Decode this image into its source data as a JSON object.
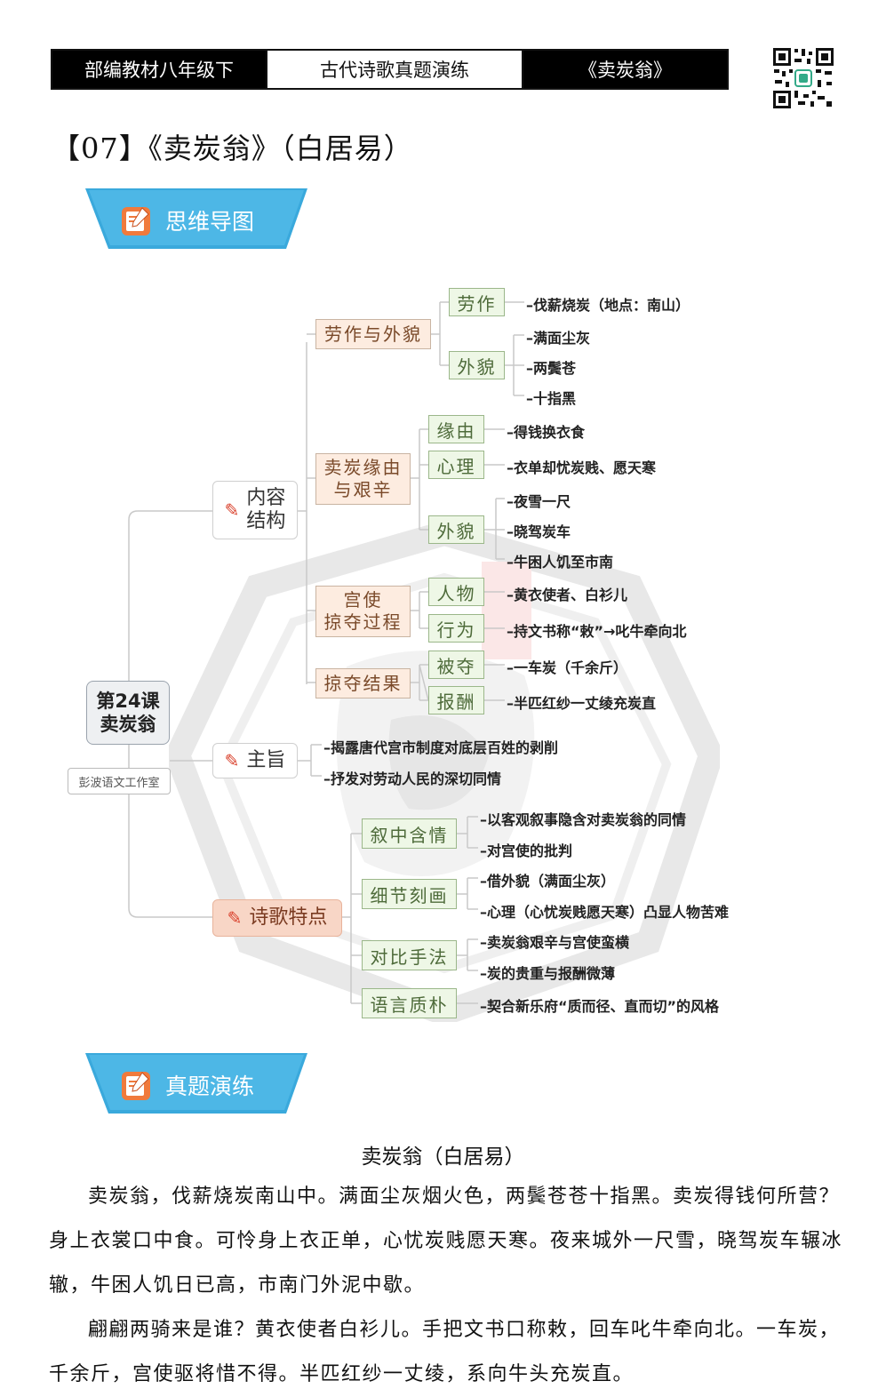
{
  "header": {
    "left": "部编教材八年级下",
    "center": "古代诗歌真题演练",
    "right": "《卖炭翁》"
  },
  "page_title": "【07】《卖炭翁》（白居易）",
  "banner_mindmap": "思维导图",
  "banner_exercise": "真题演练",
  "mindmap": {
    "root": {
      "line1": "第24课",
      "line2": "卖炭翁"
    },
    "studio": "彭波语文工作室",
    "l1": {
      "content": {
        "line1": "内容",
        "line2": "结构"
      },
      "theme": "主旨",
      "features": "诗歌特点"
    },
    "l2": {
      "labor": "劳作与外貌",
      "reason": {
        "line1": "卖炭缘由",
        "line2": "与艰辛"
      },
      "seize": {
        "line1": "宫使",
        "line2": "掠夺过程"
      },
      "result": "掠夺结果",
      "f1": "叙中含情",
      "f2": "细节刻画",
      "f3": "对比手法",
      "f4": "语言质朴"
    },
    "l3": {
      "laozuo": "劳作",
      "waimao1": "外貌",
      "yuanyou": "缘由",
      "xinli": "心理",
      "waimao2": "外貌",
      "renwu": "人物",
      "xingwei": "行为",
      "beiduo": "被夺",
      "baochou": "报酬"
    },
    "leaves": {
      "laozuo": "–伐薪烧炭（地点：南山）",
      "waimao1": [
        "–满面尘灰",
        "–两鬓苍",
        "–十指黑"
      ],
      "yuanyou": "–得钱换衣食",
      "xinli": "–衣单却忧炭贱、愿天寒",
      "waimao2": [
        "–夜雪一尺",
        "–晓驾炭车",
        "–牛困人饥至市南"
      ],
      "renwu": "–黄衣使者、白衫儿",
      "xingwei": "–持文书称“敕”→叱牛牵向北",
      "beiduo": "–一车炭（千余斤）",
      "baochou": "–半匹红纱一丈绫充炭直",
      "theme": [
        "–揭露唐代宫市制度对底层百姓的剥削",
        "–抒发对劳动人民的深切同情"
      ],
      "f1": [
        "–以客观叙事隐含对卖炭翁的同情",
        "–对宫使的批判"
      ],
      "f2": [
        "–借外貌（满面尘灰）",
        "–心理（心忧炭贱愿天寒）凸显人物苦难"
      ],
      "f3": [
        "–卖炭翁艰辛与宫使蛮横",
        "–炭的贵重与报酬微薄"
      ],
      "f4": "–契合新乐府“质而径、直而切”的风格"
    }
  },
  "poem": {
    "title": "卖炭翁",
    "author": "（白居易）",
    "p1": "卖炭翁，伐薪烧炭南山中。满面尘灰烟火色，两鬓苍苍十指黑。卖炭得钱何所营？身上衣裳口中食。可怜身上衣正单，心忧炭贱愿天寒。夜来城外一尺雪，晓驾炭车辗冰辙，牛困人饥日已高，市南门外泥中歇。",
    "p2": "翩翩两骑来是谁？黄衣使者白衫儿。手把文书口称敕，回车叱牛牵向北。一车炭，千余斤，宫使驱将惜不得。半匹红纱一丈绫，系向牛头充炭直。"
  },
  "colors": {
    "banner": "#3aa9dc",
    "l2_bg": "#fdece0",
    "l3_bg": "#eef7e6",
    "hot": "#f8d6c6",
    "pen": "#d9402b"
  }
}
